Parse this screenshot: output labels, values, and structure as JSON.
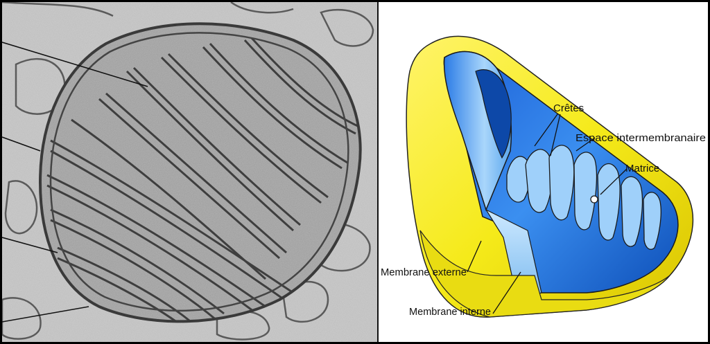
{
  "left_panel": {
    "kind": "electron micrograph of mitochondrion",
    "pointer_lines": 4
  },
  "right_panel": {
    "labels": {
      "cretes": "Crêtes",
      "espace": "Espace intermembranaire",
      "matrice": "Matrice",
      "membrane_externe": "Membrane externe",
      "membrane_interne": "Membrane interne"
    }
  },
  "colors": {
    "outer_membrane": "#f5ee1e",
    "inner_blue": "#1f6fe0",
    "light_blue": "#8ec8f5",
    "micrograph_bg": "#c9c9c9",
    "micrograph_dark": "#4a4a4a"
  }
}
